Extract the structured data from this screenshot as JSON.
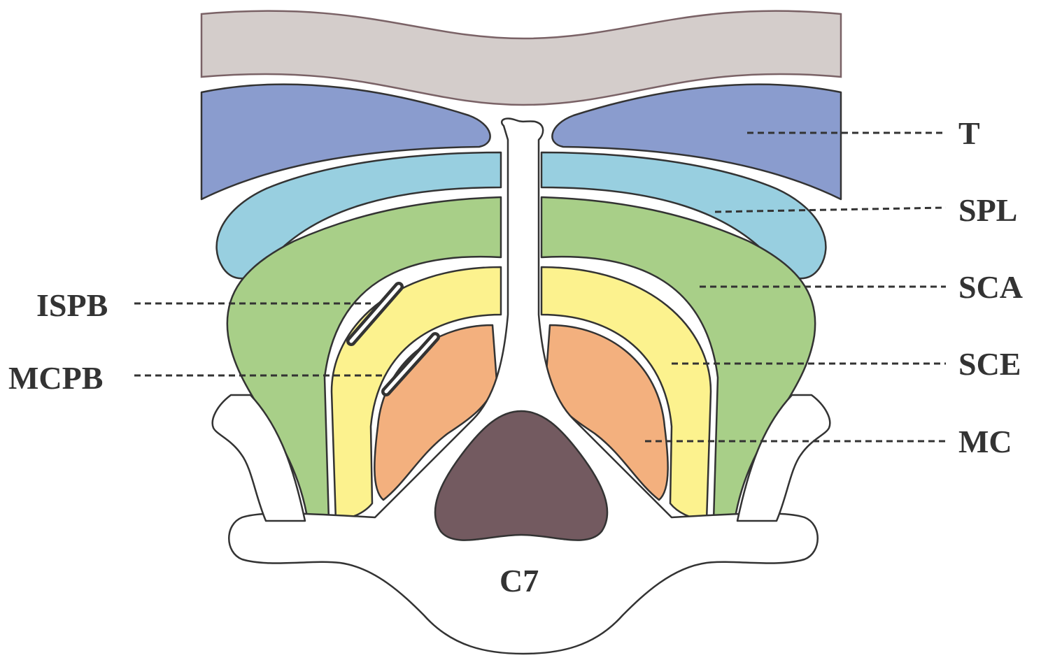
{
  "labels": {
    "T": "T",
    "SPL": "SPL",
    "SCA": "SCA",
    "SCE": "SCE",
    "MC": "MC",
    "ISPB": "ISPB",
    "MCPB": "MCPB",
    "C7": "C7"
  },
  "colors": {
    "skin": "#d4cdcb",
    "skin_outline": "#7a6266",
    "trapezius": "#8a9cce",
    "splenius": "#98cfe0",
    "semispinalis_capitis": "#a8cf88",
    "semispinalis_cervicis": "#fcf28e",
    "multifidus": "#f3b07e",
    "spinal_canal": "#735a60",
    "bone": "#ffffff",
    "outline": "#333333"
  }
}
